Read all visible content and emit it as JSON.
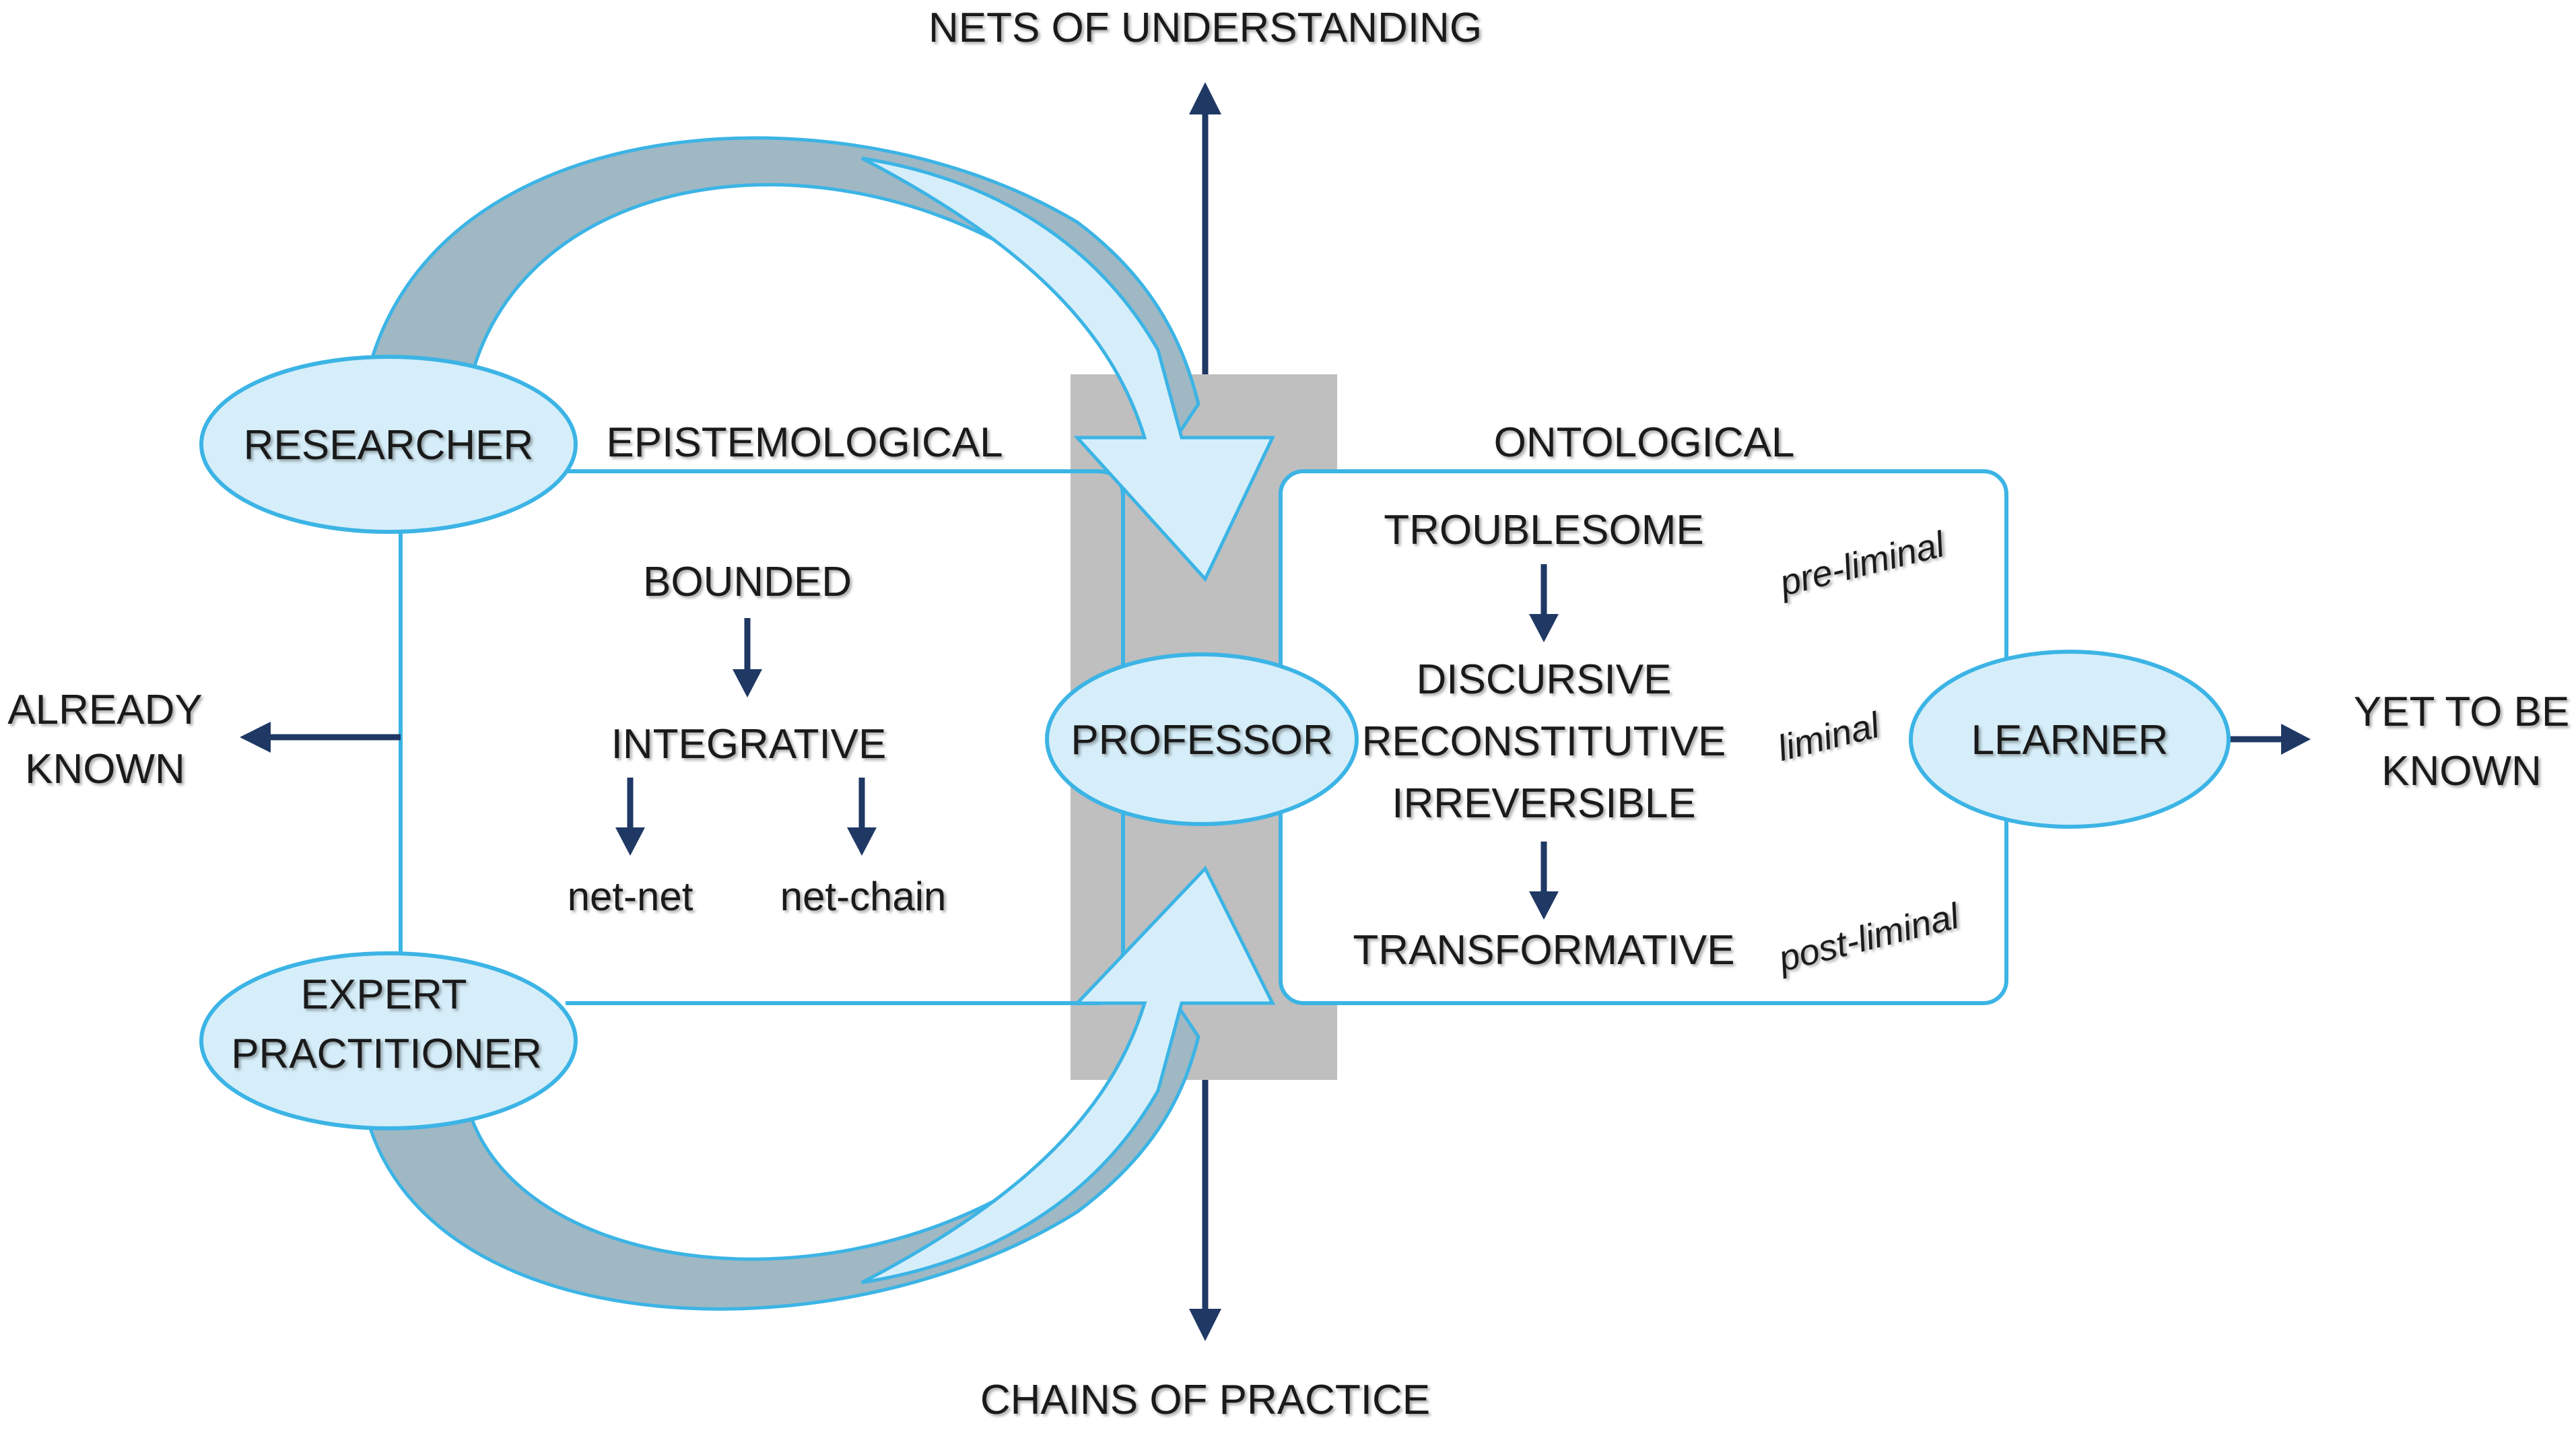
{
  "axis": {
    "top": "NETS OF UNDERSTANDING",
    "bottom": "CHAINS OF PRACTICE",
    "left_line1": "ALREADY",
    "left_line2": "KNOWN",
    "right_line1": "YET TO BE",
    "right_line2": "KNOWN"
  },
  "nodes": {
    "researcher": "RESEARCHER",
    "expert_line1": "EXPERT",
    "expert_line2": "PRACTITIONER",
    "professor": "PROFESSOR",
    "learner": "LEARNER"
  },
  "epistemological": {
    "title": "EPISTEMOLOGICAL",
    "bounded": "BOUNDED",
    "integrative": "INTEGRATIVE",
    "net_net": "net-net",
    "net_chain": "net-chain"
  },
  "ontological": {
    "title": "ONTOLOGICAL",
    "troublesome": "TROUBLESOME",
    "discursive": "DISCURSIVE",
    "reconstitutive": "RECONSTITUTIVE",
    "irreversible": "IRREVERSIBLE",
    "transformative": "TRANSFORMATIVE",
    "pre_liminal": "pre-liminal",
    "liminal": "liminal",
    "post_liminal": "post-liminal"
  },
  "colors": {
    "box_border": "#3cb4e5",
    "node_fill": "#d6eef9",
    "arrow_dark": "#1f3864",
    "grey_bar": "#bfbfbf",
    "arrow_shade": "#9fb8c4"
  }
}
